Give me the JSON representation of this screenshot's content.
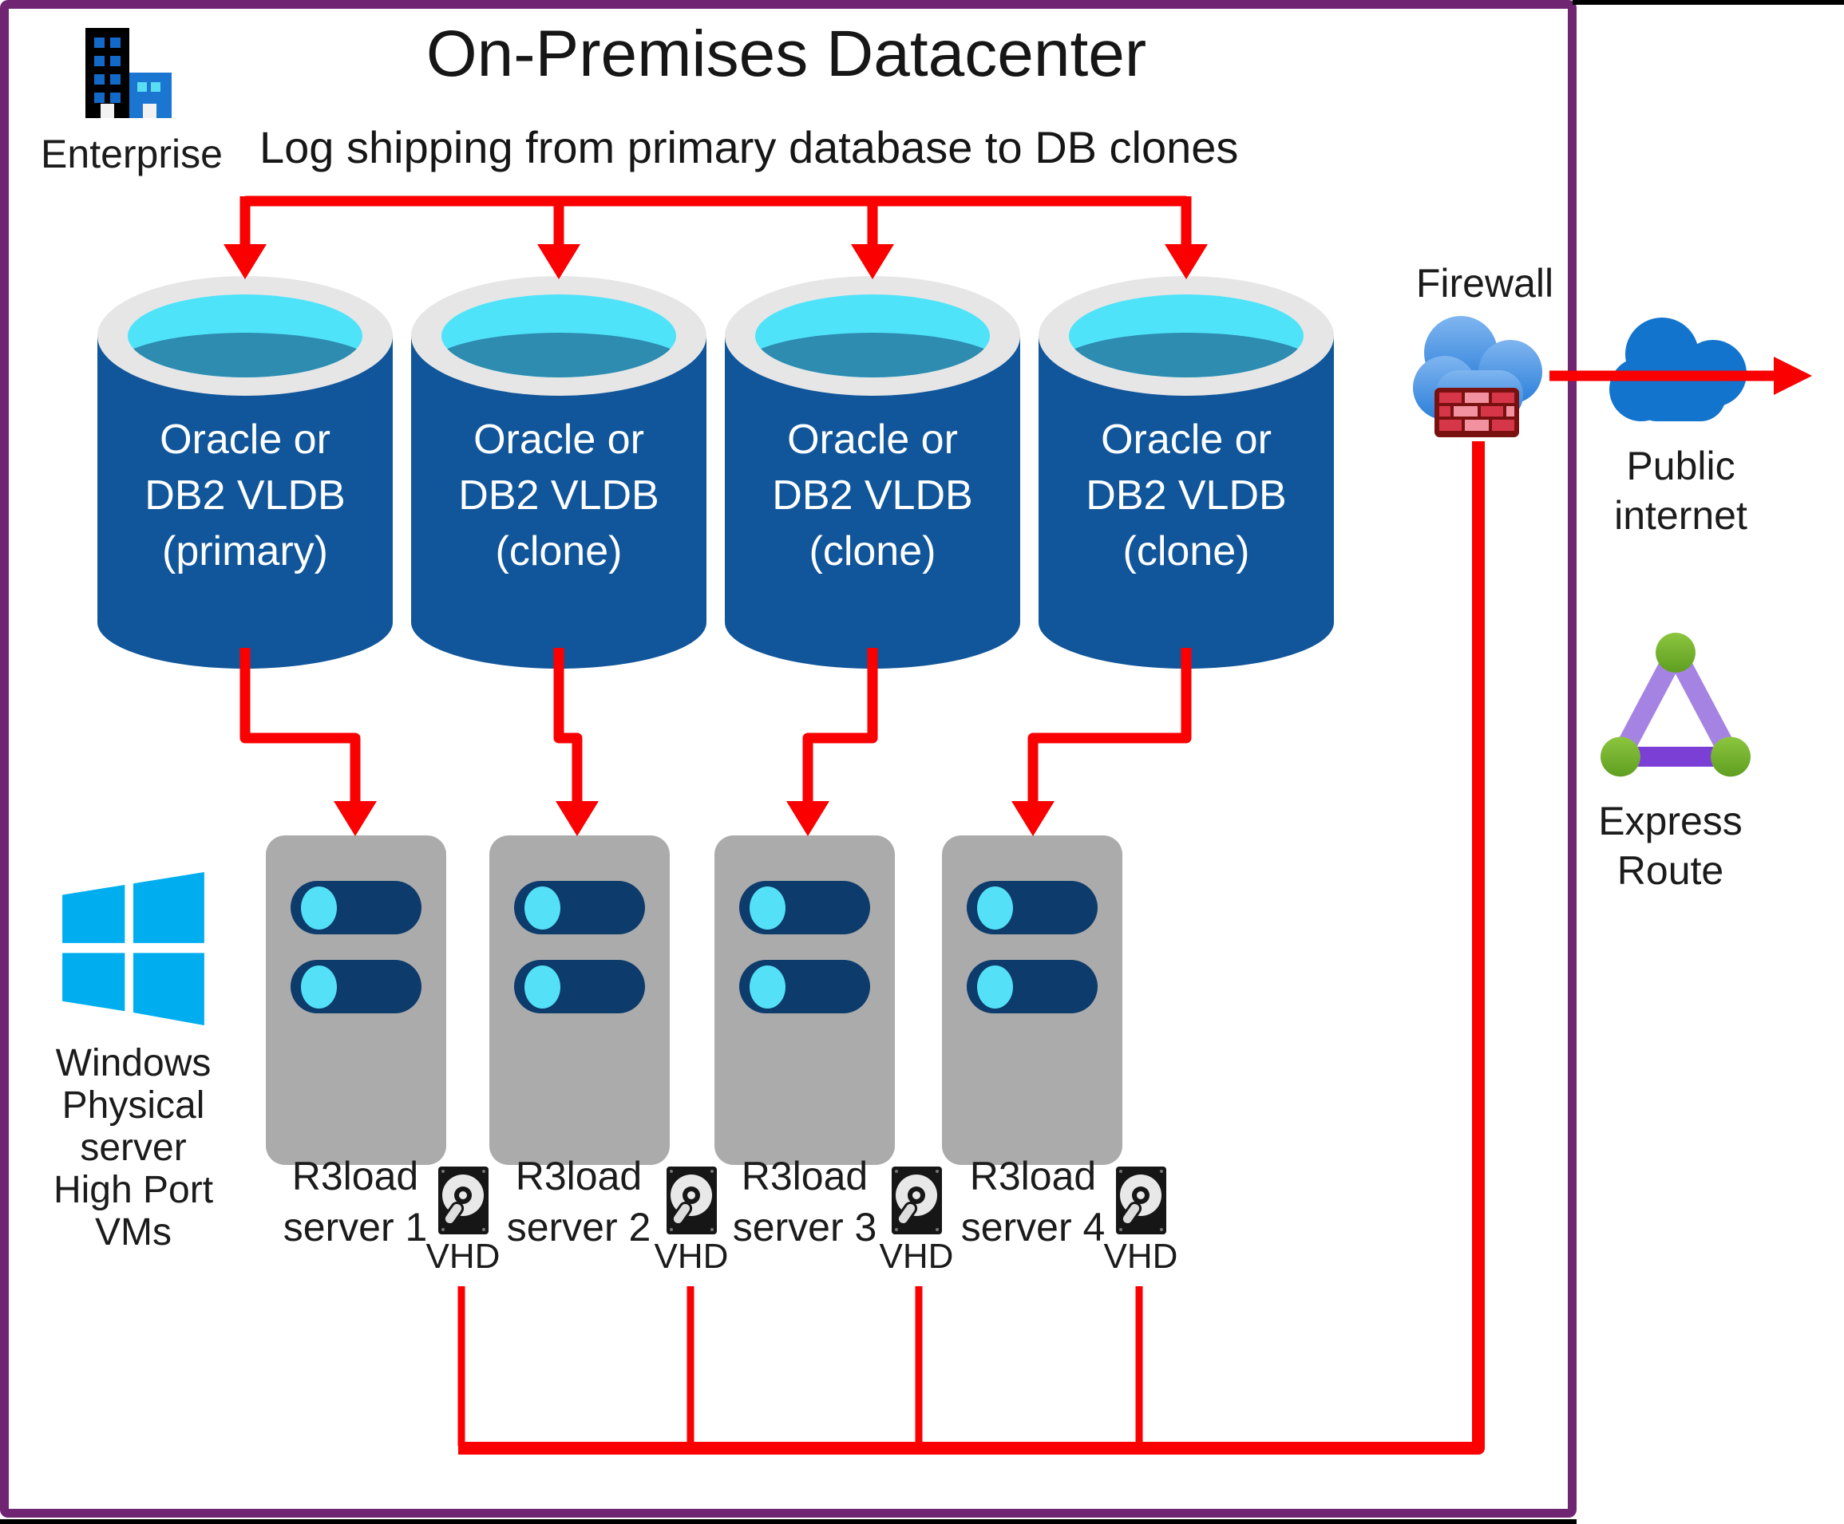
{
  "title": "On-Premises Datacenter",
  "subtitle": "Log shipping from primary database to DB clones",
  "enterprise": {
    "label": "Enterprise"
  },
  "databases": [
    {
      "line1": "Oracle or",
      "line2": "DB2 VLDB",
      "line3": "(primary)"
    },
    {
      "line1": "Oracle or",
      "line2": "DB2 VLDB",
      "line3": "(clone)"
    },
    {
      "line1": "Oracle or",
      "line2": "DB2 VLDB",
      "line3": "(clone)"
    },
    {
      "line1": "Oracle or",
      "line2": "DB2 VLDB",
      "line3": "(clone)"
    }
  ],
  "windows_label": {
    "line1": "Windows",
    "line2": "Physical",
    "line3": "server",
    "line4": "High Port",
    "line5": "VMs"
  },
  "servers": [
    {
      "name_line1": "R3load",
      "name_line2": "server 1",
      "vhd_label": "VHD"
    },
    {
      "name_line1": "R3load",
      "name_line2": "server 2",
      "vhd_label": "VHD"
    },
    {
      "name_line1": "R3load",
      "name_line2": "server 3",
      "vhd_label": "VHD"
    },
    {
      "name_line1": "R3load",
      "name_line2": "server 4",
      "vhd_label": "VHD"
    }
  ],
  "firewall": {
    "label": "Firewall"
  },
  "public_internet": {
    "line1": "Public",
    "line2": "internet"
  },
  "express_route": {
    "line1": "Express",
    "line2": "Route"
  },
  "icons": {
    "enterprise": "enterprise-building-icon",
    "database": "database-cylinder-icon",
    "windows": "windows-logo-icon",
    "server": "server-tower-icon",
    "vhd": "vhd-disk-icon",
    "firewall_cloud": "firewall-cloud-icon",
    "firewall_bricks": "firewall-brick-icon",
    "public_internet": "public-internet-cloud-icon",
    "express_route": "express-route-triangle-icon"
  },
  "colors": {
    "boundary_purple": "#702573",
    "arrow_red": "#FA0000",
    "db_body_blue": "#11569B",
    "db_rim_gray": "#E6E6E6",
    "db_opening_cyan": "#4FE3FA",
    "db_opening_teal": "#2D8CB0",
    "server_gray": "#ABABAB",
    "pill_navy": "#0D3B6B",
    "pill_cyan": "#54E0F7",
    "windows_blue": "#00ADEF",
    "internet_cloud_blue": "#1374CE",
    "brick_red": "#D63748",
    "brick_pink": "#F2919F",
    "express_purple_light": "#A583E3",
    "express_purple_dark": "#7C3FD6",
    "express_green": "#6FAE28"
  }
}
